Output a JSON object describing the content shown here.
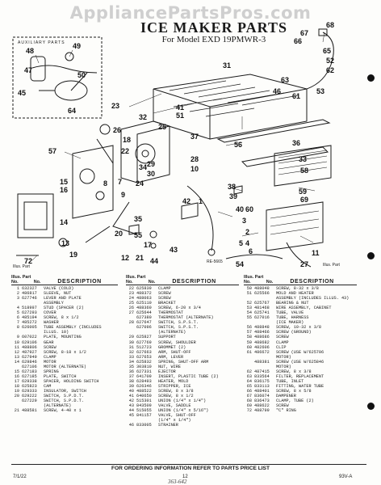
{
  "watermark": "AppliancePartsPros.com",
  "header": {
    "title": "ICE MAKER PARTS",
    "subtitle": "For Model EXD 19PMWR-3"
  },
  "diagram": {
    "auxiliary_label": "AUXILIARY PARTS",
    "catalog_code": "RE-5665",
    "illus_part_left": "Illus. Part",
    "illus_part_right": "Illus. Part",
    "callouts": [
      {
        "id": "c48",
        "label": "48"
      },
      {
        "id": "c49",
        "label": "49"
      },
      {
        "id": "c47",
        "label": "47"
      },
      {
        "id": "c50",
        "label": "50"
      },
      {
        "id": "c45",
        "label": "45"
      },
      {
        "id": "c64",
        "label": "64"
      },
      {
        "id": "c31",
        "label": "31"
      },
      {
        "id": "c41",
        "label": "41"
      },
      {
        "id": "c51",
        "label": "51"
      },
      {
        "id": "c68",
        "label": "68"
      },
      {
        "id": "c67",
        "label": "67"
      },
      {
        "id": "c66",
        "label": "66"
      },
      {
        "id": "c65",
        "label": "65"
      },
      {
        "id": "c52",
        "label": "52"
      },
      {
        "id": "c62",
        "label": "62"
      },
      {
        "id": "c63",
        "label": "63"
      },
      {
        "id": "c53",
        "label": "53"
      },
      {
        "id": "c46",
        "label": "46"
      },
      {
        "id": "c61",
        "label": "61"
      },
      {
        "id": "c23",
        "label": "23"
      },
      {
        "id": "c26",
        "label": "26"
      },
      {
        "id": "c18",
        "label": "18"
      },
      {
        "id": "c32",
        "label": "32"
      },
      {
        "id": "c25",
        "label": "25"
      },
      {
        "id": "c37",
        "label": "37"
      },
      {
        "id": "c56",
        "label": "56"
      },
      {
        "id": "c28",
        "label": "28"
      },
      {
        "id": "c10",
        "label": "10"
      },
      {
        "id": "c36",
        "label": "36"
      },
      {
        "id": "c22",
        "label": "22"
      },
      {
        "id": "c57",
        "label": "57"
      },
      {
        "id": "c33",
        "label": "33"
      },
      {
        "id": "c58",
        "label": "58"
      },
      {
        "id": "c59",
        "label": "59"
      },
      {
        "id": "c69",
        "label": "69"
      },
      {
        "id": "c34",
        "label": "34"
      },
      {
        "id": "c29",
        "label": "29"
      },
      {
        "id": "c30",
        "label": "30"
      },
      {
        "id": "c7",
        "label": "7"
      },
      {
        "id": "c24",
        "label": "24"
      },
      {
        "id": "c38",
        "label": "38"
      },
      {
        "id": "c39",
        "label": "39"
      },
      {
        "id": "c42",
        "label": "42"
      },
      {
        "id": "c1",
        "label": "1"
      },
      {
        "id": "c40",
        "label": "40"
      },
      {
        "id": "c3",
        "label": "3"
      },
      {
        "id": "c15",
        "label": "15"
      },
      {
        "id": "c16",
        "label": "16"
      },
      {
        "id": "c8",
        "label": "8"
      },
      {
        "id": "c9",
        "label": "9"
      },
      {
        "id": "c60",
        "label": "60"
      },
      {
        "id": "c2",
        "label": "2"
      },
      {
        "id": "c14",
        "label": "14"
      },
      {
        "id": "c13",
        "label": "13"
      },
      {
        "id": "c35",
        "label": "35"
      },
      {
        "id": "c20",
        "label": "20"
      },
      {
        "id": "c4",
        "label": "4"
      },
      {
        "id": "c55",
        "label": "55"
      },
      {
        "id": "c5",
        "label": "5"
      },
      {
        "id": "c11",
        "label": "11"
      },
      {
        "id": "c17",
        "label": "17"
      },
      {
        "id": "c6",
        "label": "6"
      },
      {
        "id": "c12",
        "label": "12"
      },
      {
        "id": "c21",
        "label": "21"
      },
      {
        "id": "c43",
        "label": "43"
      },
      {
        "id": "c19",
        "label": "19"
      },
      {
        "id": "c72",
        "label": "72"
      },
      {
        "id": "c54",
        "label": "54"
      },
      {
        "id": "c27",
        "label": "27"
      },
      {
        "id": "c44",
        "label": "44"
      }
    ]
  },
  "table": {
    "col_illus": "Illus.",
    "col_part": "Part",
    "col_no": "No.",
    "col_desc": "DESCRIPTION",
    "col1": [
      {
        "n": "1",
        "p": "632327",
        "d": "VALVE (COLD)"
      },
      {
        "n": "2",
        "p": "486817",
        "d": "SLEEVE, NUT"
      },
      {
        "n": "3",
        "p": "627746",
        "d": "LEVER AND PLATE"
      },
      {
        "n": "",
        "p": "",
        "d": "ASSEMBLY"
      },
      {
        "n": "4",
        "p": "518997",
        "d": "STUD (SPACER (2)"
      },
      {
        "n": "5",
        "p": "627293",
        "d": "COVER"
      },
      {
        "n": "6",
        "p": "485194",
        "d": "SCREW, 8 x 1/2"
      },
      {
        "n": "7",
        "p": "485272",
        "d": "WASHER"
      },
      {
        "n": "8",
        "p": "626005",
        "d": "TUBE ASSEMBLY (INCLUDES"
      },
      {
        "n": "",
        "p": "",
        "d": "ILLUS. 10)"
      },
      {
        "n": "9",
        "p": "607022",
        "d": "PLATE, MOUNTING"
      },
      {
        "n": "10",
        "p": "629106",
        "d": "GEAR"
      },
      {
        "n": "11",
        "p": "488806",
        "d": "SCREW"
      },
      {
        "n": "12",
        "p": "487927",
        "d": "SCREW, 8-18 x 1/2"
      },
      {
        "n": "13",
        "p": "627949",
        "d": "CLAMP"
      },
      {
        "n": "14",
        "p": "629846",
        "d": "MOTOR"
      },
      {
        "n": "",
        "p": "627106",
        "d": "MOTOR (ALTERNATE)"
      },
      {
        "n": "15",
        "p": "627183",
        "d": "SPRING"
      },
      {
        "n": "16",
        "p": "627185",
        "d": "PLATE, SWITCH"
      },
      {
        "n": "17",
        "p": "629338",
        "d": "SPACER, HOLDING SWITCH"
      },
      {
        "n": "18",
        "p": "625823",
        "d": "CAM"
      },
      {
        "n": "19",
        "p": "629333",
        "d": "INSULATOR, SWITCH"
      },
      {
        "n": "20",
        "p": "629222",
        "d": "SWITCH, S.P.D.T."
      },
      {
        "n": "",
        "p": "627229",
        "d": "SWITCH, S.P.D.T."
      },
      {
        "n": "",
        "p": "",
        "d": "(ALTERNATE)"
      },
      {
        "n": "21",
        "p": "488581",
        "d": "SCREW, 4-40 x 1"
      }
    ],
    "col2": [
      {
        "n": "22",
        "p": "625839",
        "d": "CLAMP"
      },
      {
        "n": "23",
        "p": "488372",
        "d": "SCREW"
      },
      {
        "n": "24",
        "p": "488063",
        "d": "SCREW"
      },
      {
        "n": "25",
        "p": "625110",
        "d": "BRACKET"
      },
      {
        "n": "26",
        "p": "488360",
        "d": "SCREW, 6-20 x 3/4"
      },
      {
        "n": "27",
        "p": "625644",
        "d": "THERMOSTAT"
      },
      {
        "n": "",
        "p": "627380",
        "d": "THERMOSTAT (ALTERNATE)"
      },
      {
        "n": "28",
        "p": "627647",
        "d": "SWITCH, S.P.S.T."
      },
      {
        "n": "",
        "p": "627096",
        "d": "SWITCH, S.P.S.T."
      },
      {
        "n": "",
        "p": "",
        "d": "(ALTERNATE)"
      },
      {
        "n": "29",
        "p": "625827",
        "d": "SUPPORT"
      },
      {
        "n": "30",
        "p": "627769",
        "d": "SCREW, SHOULDER"
      },
      {
        "n": "31",
        "p": "512723",
        "d": "GROMMET (2)"
      },
      {
        "n": "32",
        "p": "627663",
        "d": "ARM, SHUT-OFF"
      },
      {
        "n": "33",
        "p": "627653",
        "d": "ARM, LEVER"
      },
      {
        "n": "34",
        "p": "625832",
        "d": "SPRING, SHUT-OFF ARM"
      },
      {
        "n": "35",
        "p": "303810",
        "d": "NUT, WIRE"
      },
      {
        "n": "36",
        "p": "627331",
        "d": "EJECTOR"
      },
      {
        "n": "37",
        "p": "641709",
        "d": "INSERT, PLASTIC TUBE (2)"
      },
      {
        "n": "38",
        "p": "628493",
        "d": "HEATER, MOLD"
      },
      {
        "n": "39",
        "p": "626346",
        "d": "STRIPPER, ICE"
      },
      {
        "n": "40",
        "p": "488522",
        "d": "SCREW, 8 x 3/8"
      },
      {
        "n": "41",
        "p": "640650",
        "d": "SCREW, 8 x 1/2"
      },
      {
        "n": "42",
        "p": "515301",
        "d": "UNION (1/4\" x 1/4\")"
      },
      {
        "n": "43",
        "p": "843509",
        "d": "VALVE, SADDLE"
      },
      {
        "n": "44",
        "p": "515055",
        "d": "UNION (1/4\" x 5/16\")"
      },
      {
        "n": "45",
        "p": "841157",
        "d": "VALVE, SHUT-OFF"
      },
      {
        "n": "",
        "p": "",
        "d": "(1/4\" x 1/4\")"
      },
      {
        "n": "46",
        "p": "833005",
        "d": "STRAINER"
      }
    ],
    "col3": [
      {
        "n": "50",
        "p": "488048",
        "d": "SCREW, 8-32 x 3/8"
      },
      {
        "n": "51",
        "p": "625566",
        "d": "MOLD AND HEATER"
      },
      {
        "n": "",
        "p": "",
        "d": "ASSEMBLY (INCLUDES ILLUS. 43)"
      },
      {
        "n": "52",
        "p": "625767",
        "d": "BEARING & NUT"
      },
      {
        "n": "53",
        "p": "481468",
        "d": "WIRE ASSEMBLY, CABINET"
      },
      {
        "n": "54",
        "p": "625741",
        "d": "TUBE, VALVE"
      },
      {
        "n": "55",
        "p": "627016",
        "d": "TUBE, HARNESS"
      },
      {
        "n": "",
        "p": "",
        "d": "(ICE MAKER)"
      },
      {
        "n": "56",
        "p": "488848",
        "d": "SCREW, 10-32 x 3/8"
      },
      {
        "n": "57",
        "p": "488466",
        "d": "SCREW (GROUND)"
      },
      {
        "n": "58",
        "p": "488686",
        "d": "SCREW"
      },
      {
        "n": "59",
        "p": "488682",
        "d": "CLAMP"
      },
      {
        "n": "60",
        "p": "482606",
        "d": "CLIP"
      },
      {
        "n": "61",
        "p": "486672",
        "d": "SCREW (USE W/625706"
      },
      {
        "n": "",
        "p": "",
        "d": "MOTOR)"
      },
      {
        "n": "",
        "p": "488381",
        "d": "SCREW (USE W/625846"
      },
      {
        "n": "",
        "p": "",
        "d": "MOTOR)"
      },
      {
        "n": "62",
        "p": "487415",
        "d": "SCREW, 8 x 3/8"
      },
      {
        "n": "63",
        "p": "833564",
        "d": "FILTER, REPLACEMENT"
      },
      {
        "n": "64",
        "p": "836175",
        "d": "TUBE, INLET"
      },
      {
        "n": "65",
        "p": "833113",
        "d": "FITTING, WATER TUBE"
      },
      {
        "n": "66",
        "p": "488401",
        "d": "SCREW, 8 x 5/8"
      },
      {
        "n": "67",
        "p": "836074",
        "d": "DAMPENER"
      },
      {
        "n": "68",
        "p": "836473",
        "d": "CLAMP, TUBE (2)"
      },
      {
        "n": "69",
        "p": "488622",
        "d": "SCREW"
      },
      {
        "n": "72",
        "p": "488799",
        "d": "\"C\" RING"
      }
    ]
  },
  "footer": {
    "notice": "FOR ORDERING INFORMATION REFER TO PARTS PRICE LIST",
    "left": "7/1/22",
    "center": "12",
    "right": "93V-A",
    "handwriting": "363-642"
  }
}
